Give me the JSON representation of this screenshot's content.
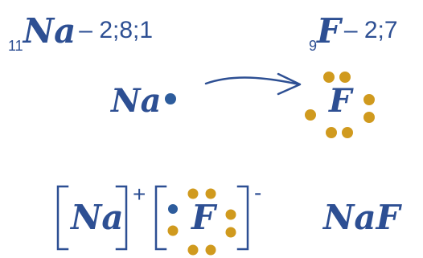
{
  "colors": {
    "text": "#2d4f93",
    "sodium_electron": "#2d5c9c",
    "fluorine_electron": "#d09a1e"
  },
  "top_row": {
    "sodium": {
      "atomic_number": "11",
      "symbol": "Na",
      "config": "– 2;8;1"
    },
    "fluorine": {
      "atomic_number": "9",
      "symbol": "F",
      "config": "– 2;7"
    }
  },
  "transfer": {
    "donor": "Na",
    "acceptor": "F",
    "arrow_icon": "arrow-right-icon"
  },
  "ionic": {
    "cation": {
      "symbol": "Na",
      "charge": "+"
    },
    "anion": {
      "symbol": "F",
      "charge": "-"
    },
    "formula": "NaF"
  }
}
